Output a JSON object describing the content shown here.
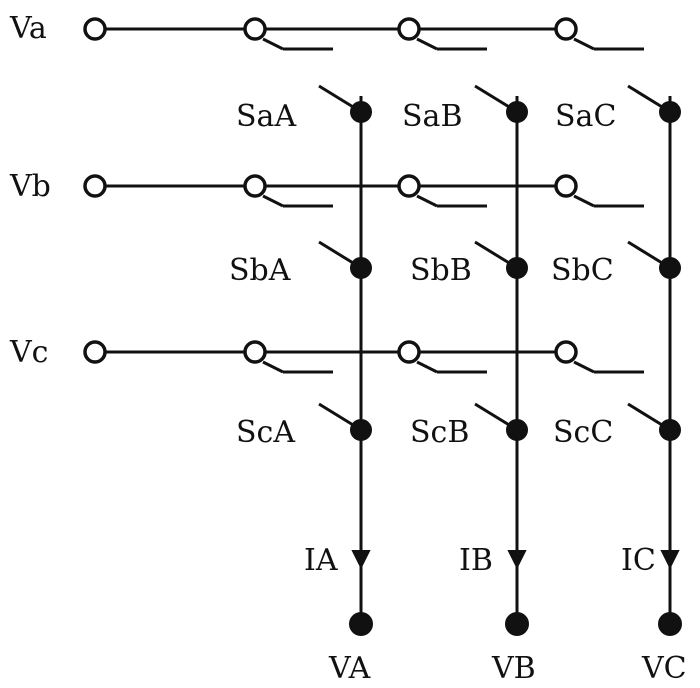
{
  "inputs": [
    "Va",
    "Vb",
    "Vc"
  ],
  "outputs": [
    "VA",
    "VB",
    "VC"
  ],
  "currents": [
    "IA",
    "IB",
    "IC"
  ],
  "switches": [
    [
      "SaA",
      "SaB",
      "SaC"
    ],
    [
      "SbA",
      "SbB",
      "SbC"
    ],
    [
      "ScA",
      "ScB",
      "ScC"
    ]
  ]
}
